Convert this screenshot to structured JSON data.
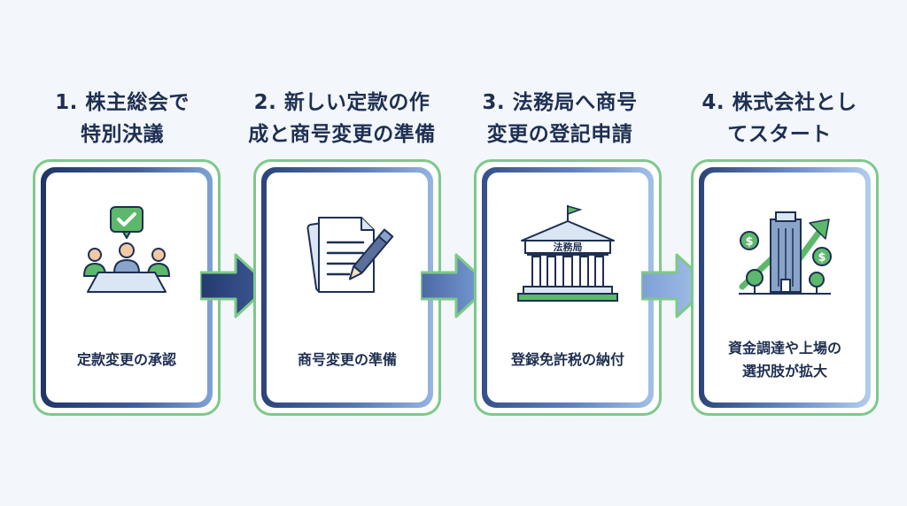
{
  "steps": [
    {
      "title_line1": "1. 株主総会で",
      "title_line2": "特別決議",
      "label_line1": "定款変更の承認",
      "label_line2": "",
      "icon": "meeting-approval-icon"
    },
    {
      "title_line1": "2. 新しい定款の作",
      "title_line2": "成と商号変更の準備",
      "label_line1": "商号変更の準備",
      "label_line2": "",
      "icon": "document-pen-icon"
    },
    {
      "title_line1": "3. 法務局へ商号",
      "title_line2": "変更の登記申請",
      "label_line1": "登録免許税の納付",
      "label_line2": "",
      "icon": "legal-affairs-bureau-icon",
      "building_sign": "法務局"
    },
    {
      "title_line1": "4. 株式会社とし",
      "title_line2": "てスタート",
      "label_line1": "資金調達や上場の",
      "label_line2": "選択肢が拡大",
      "icon": "growth-building-icon"
    }
  ],
  "colors": {
    "title_text": "#1e2f52",
    "card_border": "#7dc98a",
    "frame_dark": "#1f3566",
    "frame_light": "#8fb0de",
    "arrow_dark": "#243a6e",
    "arrow_light": "#93b4e2",
    "icon_green": "#5cb86a"
  }
}
